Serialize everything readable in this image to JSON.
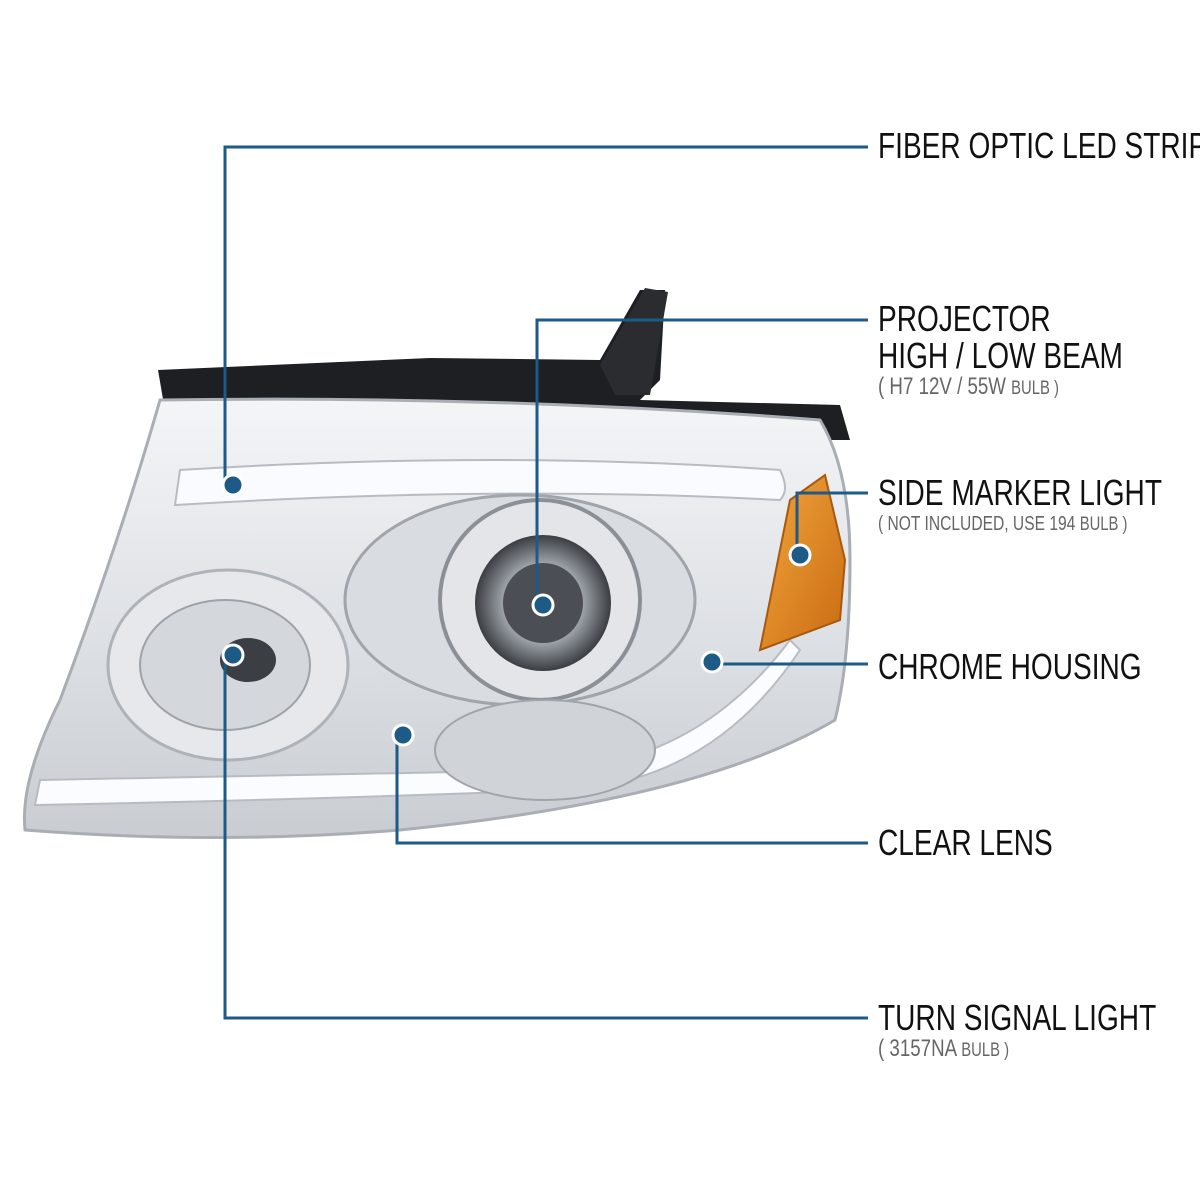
{
  "colors": {
    "callout_line": "#1d5a86",
    "dot": "#1d5a86",
    "amber": "#e08a1c"
  },
  "callouts": [
    {
      "title": "FIBER OPTIC LED STRIPS"
    },
    {
      "title_line1": "PROJECTOR",
      "title_line2": "HIGH / LOW BEAM",
      "spec": "( H7  12V / 55W",
      "spec_suffix": "BULB )"
    },
    {
      "title": "SIDE MARKER LIGHT",
      "spec": "( NOT INCLUDED, USE  194",
      "spec_suffix": "BULB )"
    },
    {
      "title": "CHROME HOUSING"
    },
    {
      "title": "CLEAR LENS"
    },
    {
      "title": "TURN SIGNAL LIGHT",
      "spec": "( 3157NA",
      "spec_suffix": "BULB )"
    }
  ]
}
